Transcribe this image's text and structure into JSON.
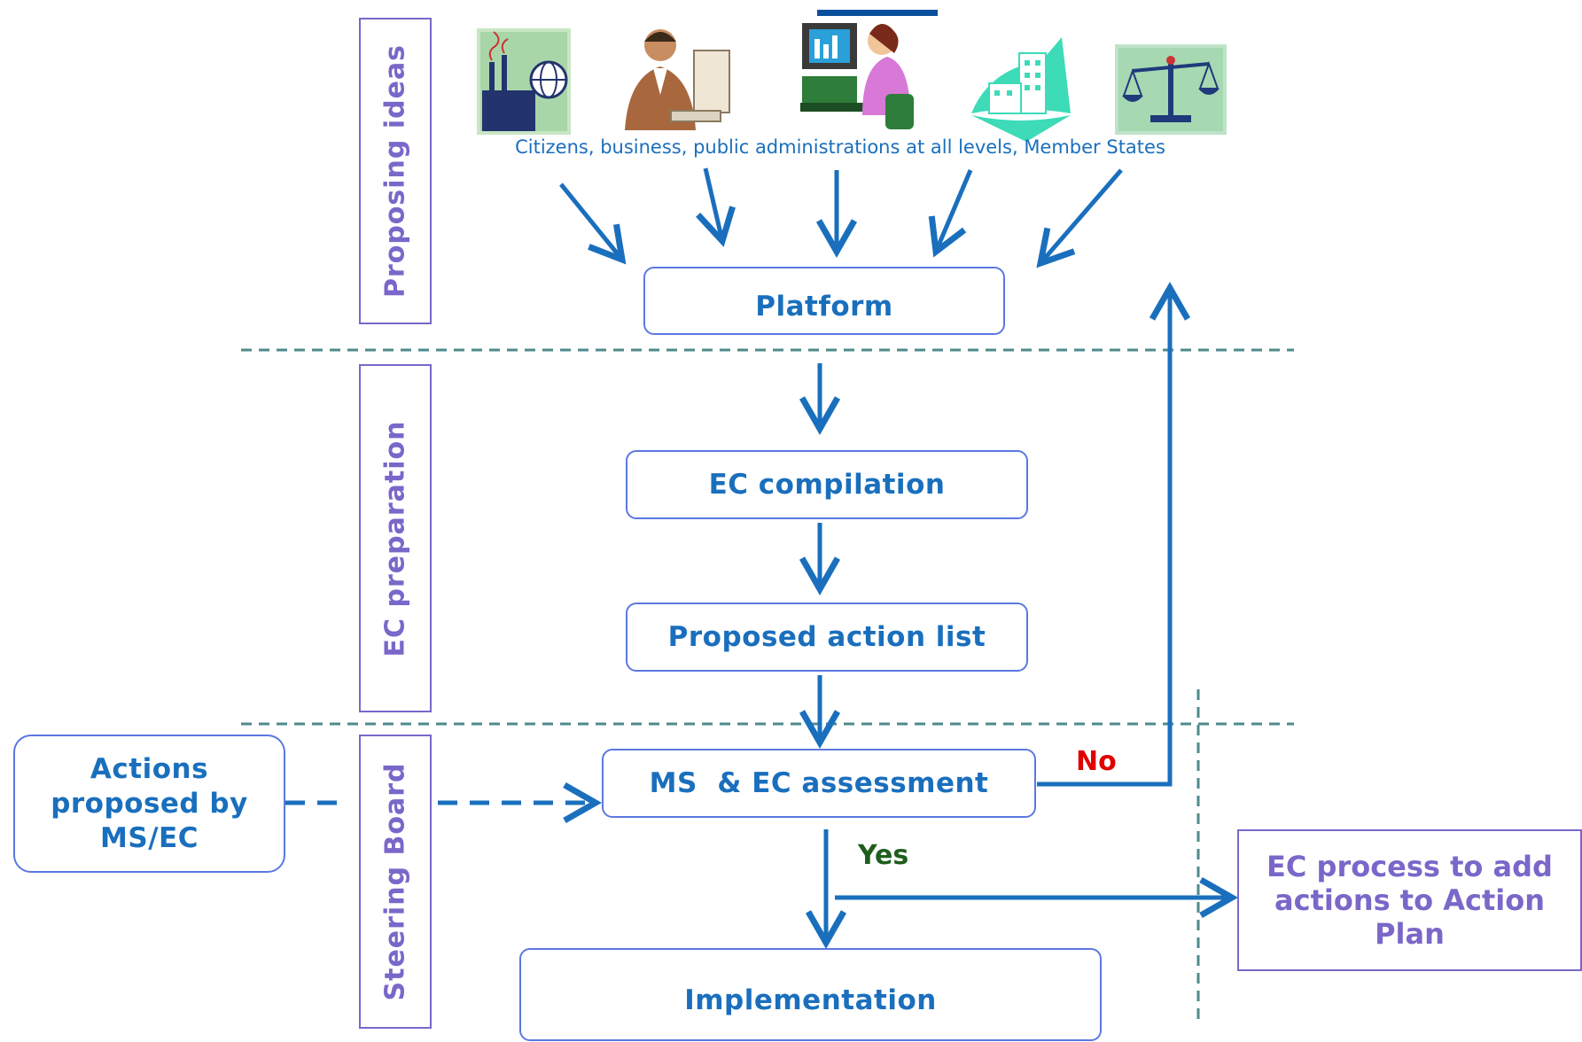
{
  "phases": {
    "proposing": "Proposing ideas",
    "preparation": "EC preparation",
    "steering": "Steering Board"
  },
  "stakeholders_caption": "Citizens, business, public administrations at all levels, Member States",
  "stakeholder_icons": [
    "factory-globe-icon",
    "businessman-computer-icon",
    "woman-computer-icon",
    "building-icon",
    "scales-of-justice-icon"
  ],
  "nodes": {
    "platform": "Platform",
    "compilation": "EC compilation",
    "action_list": "Proposed action list",
    "assessment": "MS  & EC assessment",
    "implementation": "Implementation",
    "ms_ec_actions": "Actions proposed by MS/EC",
    "ec_process": "EC process to add actions to Action Plan"
  },
  "decisions": {
    "no": "No",
    "yes": "Yes"
  },
  "colors": {
    "arrow": "#1a6fbd",
    "node_border": "#5b78e0",
    "phase": "#7a67c9",
    "divider": "#4f8a8b",
    "no": "#e00000",
    "yes": "#1e5e1e"
  }
}
